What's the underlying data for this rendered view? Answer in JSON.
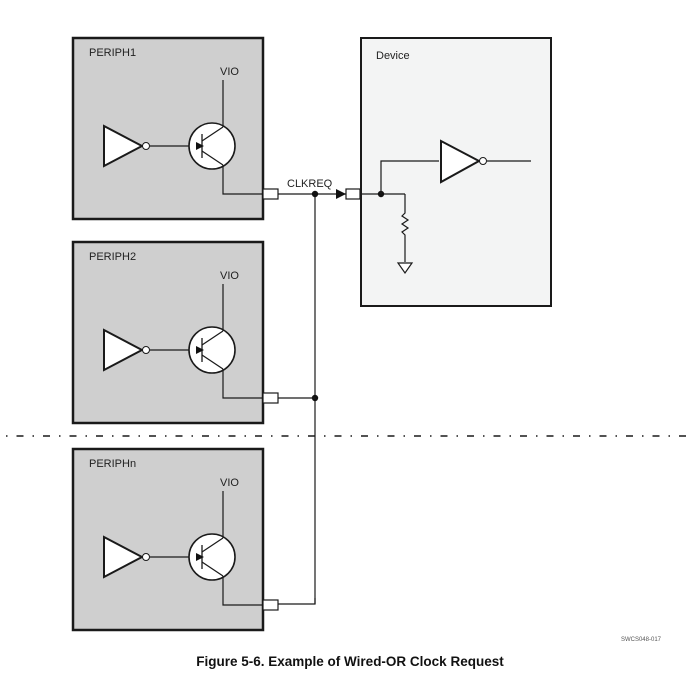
{
  "diagram": {
    "blocks": [
      {
        "id": "periph1",
        "label": "PERIPH1",
        "supply_label": "VIO"
      },
      {
        "id": "periph2",
        "label": "PERIPH2",
        "supply_label": "VIO"
      },
      {
        "id": "periphn",
        "label": "PERIPHn",
        "supply_label": "VIO"
      }
    ],
    "device": {
      "label": "Device"
    },
    "signal_label": "CLKREQ",
    "colors": {
      "periph_fill": "#cfcfcf",
      "device_fill": "#f3f4f4",
      "stroke": "#1a1a1a"
    }
  },
  "figure": {
    "reference_id": "SWCS048-017",
    "caption": "Figure 5-6. Example of Wired-OR Clock Request"
  }
}
